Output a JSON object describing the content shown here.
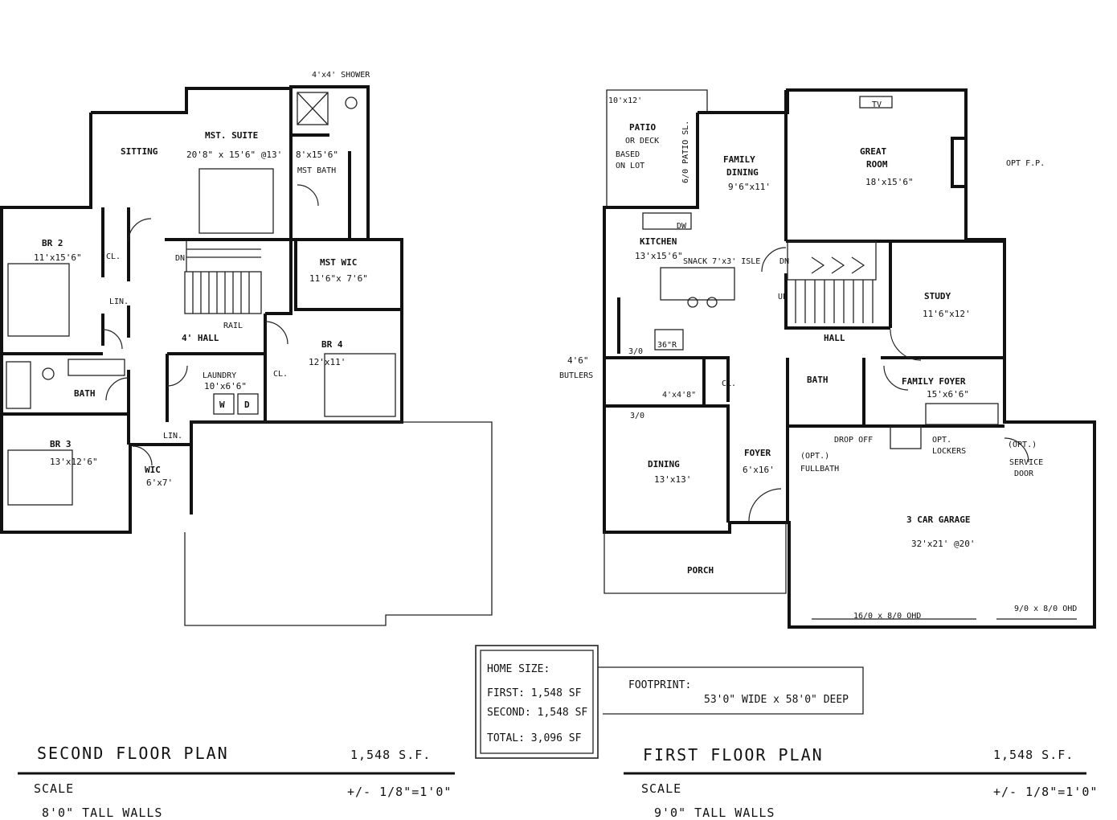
{
  "second_floor": {
    "rooms": {
      "sitting": "SITTING",
      "mst_suite": "MST. SUITE",
      "mst_suite_dim": "20'8\" x 15'6\" @13'",
      "shower": "4'x4' SHOWER",
      "mst_bath": "MST BATH",
      "mst_bath_dim": "8'x15'6\"",
      "br2": "BR 2",
      "br2_dim": "11'x15'6\"",
      "cl_br2": "CL.",
      "lin_1": "LIN.",
      "dn": "DN",
      "mst_wic": "MST WIC",
      "mst_wic_dim": "11'6\"x 7'6\"",
      "rail": "RAIL",
      "hall": "4' HALL",
      "br4": "BR 4",
      "br4_dim": "12'x11'",
      "cl_br4": "CL.",
      "laundry": "LAUNDRY",
      "laundry_dim": "10'x6'6\"",
      "washer": "W",
      "dryer": "D",
      "bath": "BATH",
      "br3": "BR 3",
      "br3_dim": "13'x12'6\"",
      "lin_2": "LIN.",
      "wic": "WIC",
      "wic_dim": "6'x7'"
    },
    "title": "SECOND FLOOR PLAN",
    "area": "1,548 S.F.",
    "scale_label": "SCALE",
    "scale_value": "+/- 1/8\"=1'0\"",
    "walls_note": "8'0\" TALL WALLS"
  },
  "first_floor": {
    "rooms": {
      "patio_size": "10'x12'",
      "patio": "PATIO",
      "patio_sub": "OR DECK",
      "patio_sub2": "BASED",
      "patio_sub3": "ON LOT",
      "slider": "6/0 PATIO SL.",
      "family_dining": "FAMILY",
      "family_dining_2": "DINING",
      "family_dining_dim": "9'6\"x11'",
      "great_room": "GREAT",
      "great_room_2": "ROOM",
      "great_room_dim": "18'x15'6\"",
      "tv": "TV",
      "opt_fp": "OPT F.P.",
      "kitchen": "KITCHEN",
      "kitchen_dim": "13'x15'6\"",
      "snack": "SNACK 7'x3' ISLE",
      "dw": "DW",
      "dn": "DN",
      "up": "UP",
      "study": "STUDY",
      "study_dim": "11'6\"x12'",
      "hall": "HALL",
      "butlers_w": "4'6\"",
      "butlers": "BUTLERS",
      "door_30a": "3/0",
      "door_30b": "3/0",
      "range": "36\"R",
      "pantry_dim": "4'x4'8\"",
      "cl": "CL.",
      "bath": "BATH",
      "family_foyer": "FAMILY FOYER",
      "family_foyer_dim": "15'x6'6\"",
      "dining": "DINING",
      "dining_dim": "13'x13'",
      "foyer": "FOYER",
      "foyer_dim": "6'x16'",
      "opt_fullbath": "(OPT.)",
      "opt_fullbath_2": "FULLBATH",
      "drop_off": "DROP OFF",
      "opt_lockers": "OPT.",
      "opt_lockers_2": "LOCKERS",
      "opt_service": "(OPT.)",
      "service_door": "SERVICE",
      "service_door_2": "DOOR",
      "garage": "3 CAR GARAGE",
      "garage_dim": "32'x21' @20'",
      "porch": "PORCH",
      "ohd_1": "16/0 x 8/0 OHD",
      "ohd_2": "9/0 x 8/0 OHD"
    },
    "title": "FIRST FLOOR PLAN",
    "area": "1,548 S.F.",
    "scale_label": "SCALE",
    "scale_value": "+/- 1/8\"=1'0\"",
    "walls_note": "9'0\" TALL WALLS"
  },
  "home_size": {
    "heading": "HOME SIZE:",
    "first": "FIRST: 1,548 SF",
    "second": "SECOND: 1,548 SF",
    "total": "TOTAL: 3,096 SF"
  },
  "footprint": {
    "label": "FOOTPRINT:",
    "value": "53'0\" WIDE x 58'0\" DEEP"
  }
}
